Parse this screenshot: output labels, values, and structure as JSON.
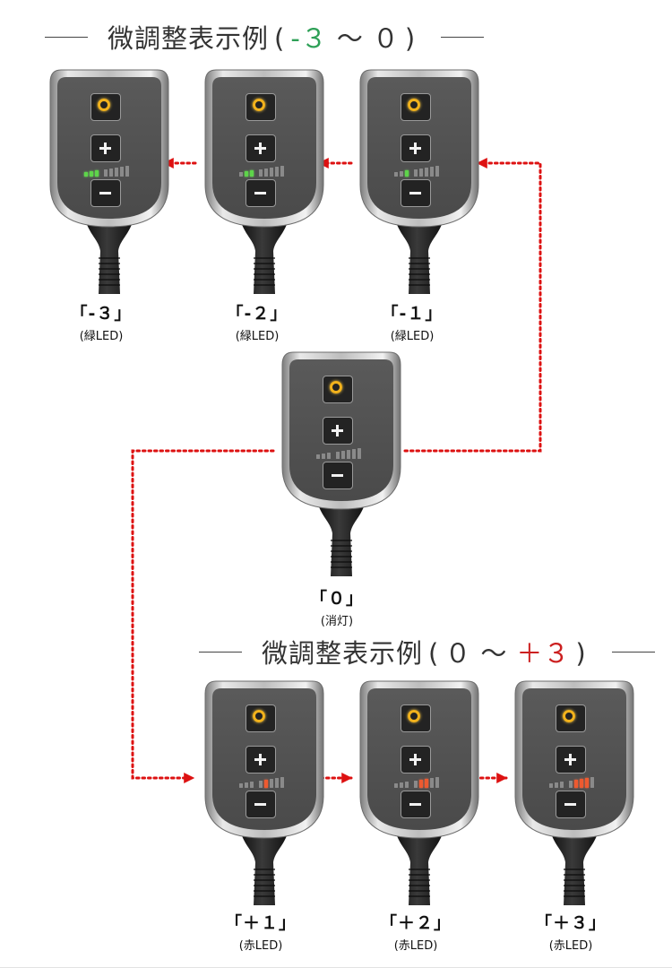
{
  "heading_neg": {
    "label": "微調整表示例",
    "open": "(",
    "from": "-３",
    "tilde": "～",
    "to": "０",
    "close": ")"
  },
  "heading_pos": {
    "label": "微調整表示例",
    "open": "(",
    "from": "０",
    "tilde": "～",
    "to": "＋３",
    "close": ")"
  },
  "devices": [
    {
      "id": "m3",
      "value": "「-３」",
      "led": "(緑LED)",
      "lit_color": "green",
      "lit_count": 3
    },
    {
      "id": "m2",
      "value": "「-２」",
      "led": "(緑LED)",
      "lit_color": "green",
      "lit_count": 2
    },
    {
      "id": "m1",
      "value": "「-１」",
      "led": "(緑LED)",
      "lit_color": "green",
      "lit_count": 1
    },
    {
      "id": "z0",
      "value": "「０」",
      "led": "(消灯)",
      "lit_color": "none",
      "lit_count": 0
    },
    {
      "id": "p1",
      "value": "「＋１」",
      "led": "(赤LED)",
      "lit_color": "red",
      "lit_count": 1
    },
    {
      "id": "p2",
      "value": "「＋２」",
      "led": "(赤LED)",
      "lit_color": "red",
      "lit_count": 2
    },
    {
      "id": "p3",
      "value": "「＋３」",
      "led": "(赤LED)",
      "lit_color": "red",
      "lit_count": 3
    }
  ],
  "colors": {
    "negative": "#2ea057",
    "positive": "#cc2020",
    "arrow": "#dd1111",
    "led_green": "#5ed44a",
    "led_red": "#ee5a30",
    "power_ring": "#f2b21c"
  },
  "icons": [
    "power-icon",
    "plus-icon",
    "minus-icon"
  ]
}
